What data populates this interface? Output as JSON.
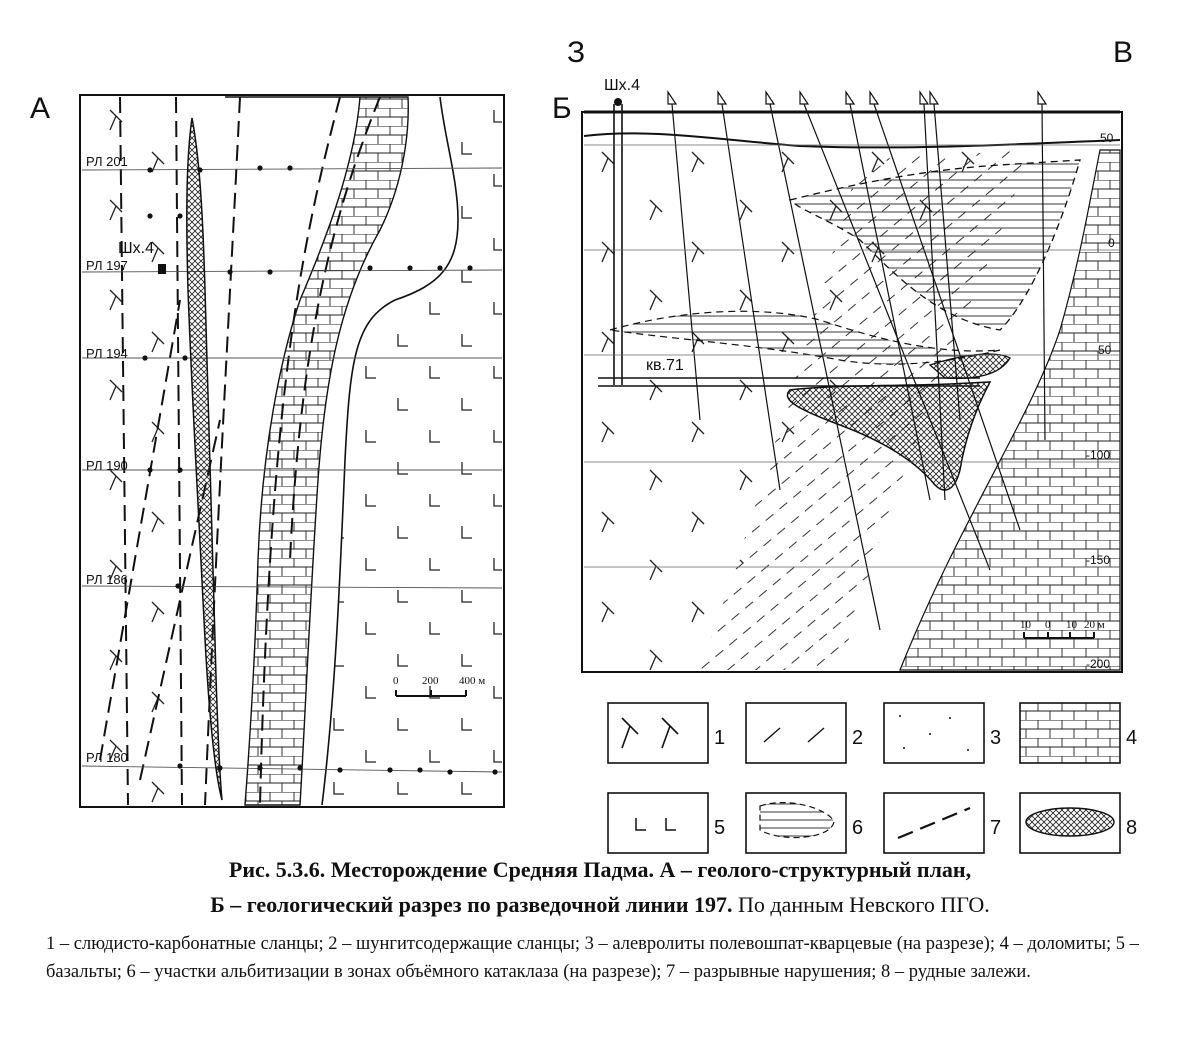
{
  "panel_a": {
    "letter": "А",
    "shaft_label": "Шх.4",
    "profile_lines": [
      "РЛ 201",
      "РЛ 197",
      "РЛ 194",
      "РЛ 190",
      "РЛ 186",
      "РЛ 180"
    ],
    "scale_ticks": [
      "0",
      "200",
      "400 м"
    ]
  },
  "panel_b": {
    "letter": "Б",
    "west": "З",
    "east": "В",
    "shaft_label": "Шх.4",
    "crosscut_label": "кв.71",
    "elevations": [
      "50",
      "0",
      "-50",
      "-100",
      "-150",
      "-200"
    ],
    "scale_ticks": [
      "10",
      "0",
      "10",
      "20 м"
    ]
  },
  "legend": {
    "numbers": [
      "1",
      "2",
      "3",
      "4",
      "5",
      "6",
      "7",
      "8"
    ]
  },
  "caption": {
    "line1_bold": "Рис. 5.3.6. Месторождение Средняя Падма. А – геолого-структурный план,",
    "line2_bold": "Б – геологический разрез по разведочной линии 197.",
    "line2_normal": " По данным Невского ПГО."
  },
  "legend_text": "1 – слюдисто-карбонатные сланцы; 2 – шунгитсодержащие сланцы; 3 – алевролиты полевошпат-кварцевые (на разрезе); 4 – доломиты; 5 – базальты; 6 – участки альбитизации в зонах объёмного катаклаза (на разрезе); 7 – разрывные нарушения; 8 – рудные залежи."
}
